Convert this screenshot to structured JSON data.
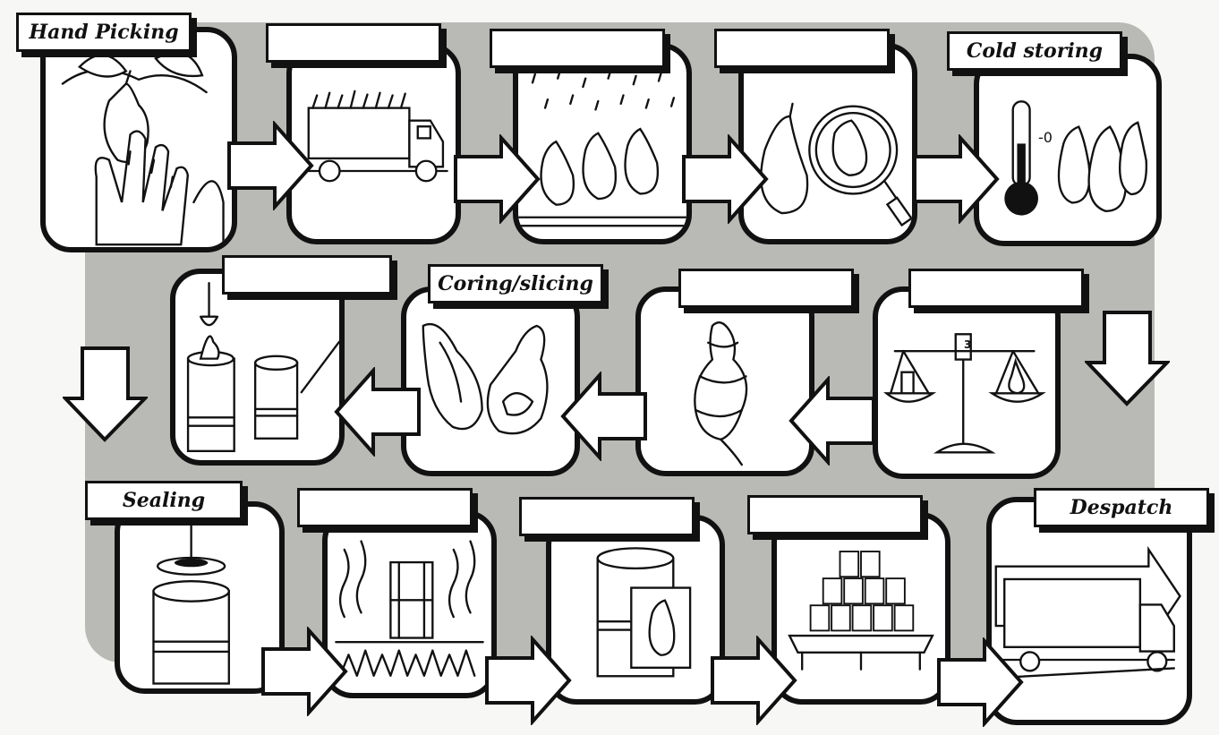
{
  "labels": {
    "hand_picking": "Hand Picking",
    "cold_storing": "Cold storing",
    "coring_slicing": "Coring/slicing",
    "sealing": "Sealing",
    "despatch": "Despatch"
  },
  "thermometer_reading": "-0",
  "scale_marking": "3",
  "colors": {
    "ink": "#111111",
    "background": "#b9b9b6",
    "panel": "#ffffff"
  },
  "icons": [
    "hand-picking-icon",
    "truck-icon",
    "washing-icon",
    "inspection-icon",
    "thermometer-icon",
    "scale-icon",
    "peeling-icon",
    "coring-icon",
    "canning-icon",
    "sealing-icon",
    "cooking-icon",
    "labelling-icon",
    "stacking-icon",
    "lorry-icon"
  ]
}
